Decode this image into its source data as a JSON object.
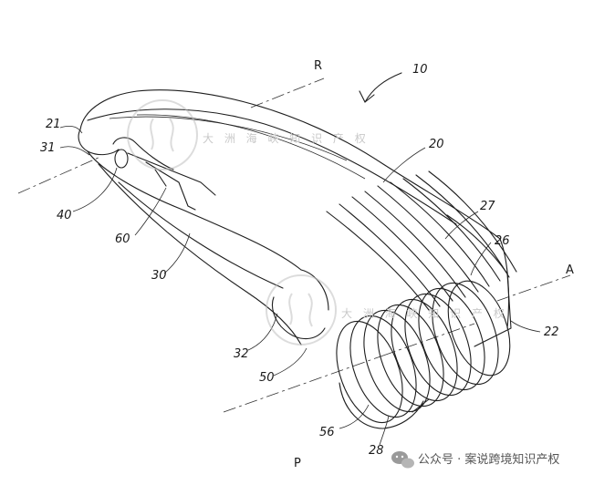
{
  "figure": {
    "reference_labels": {
      "device": "10",
      "top_surface": "20",
      "front_end": "21",
      "rear_end": "22",
      "ribs": "26",
      "rib_edge": "27",
      "base_edge": "28",
      "handle": "30",
      "front_curve": "31",
      "rear_curve": "32",
      "clip": "40",
      "opening": "50",
      "coil": "56",
      "spring": "60"
    },
    "axis_labels": {
      "R": "R",
      "A": "A",
      "P": "P"
    }
  },
  "watermark": {
    "brand_cn": "大 洲 海 峡 知 识 产 权",
    "footer": "公众号 · 案说跨境知识产权",
    "icon": "wechat-icon"
  },
  "colors": {
    "ink": "#1e1e1e",
    "background": "#ffffff",
    "watermark": "#bfbfbf"
  }
}
